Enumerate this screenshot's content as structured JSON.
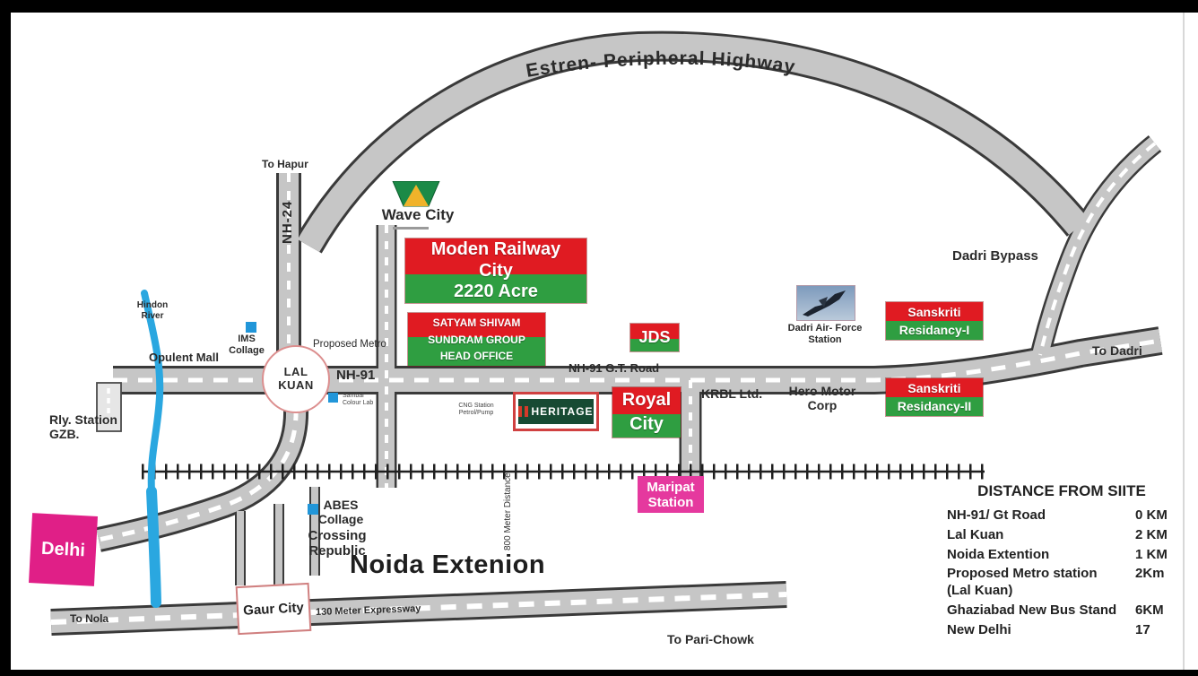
{
  "colors": {
    "road_fill": "#c6c6c6",
    "road_outline": "#3a3a3a",
    "sign_red": "#e01b22",
    "sign_green": "#2f9e41",
    "magenta": "#e02189",
    "river_blue": "#2aa7e0",
    "marker_blue": "#2196d9"
  },
  "highway": {
    "estren": "Estren- Peripheral Highway",
    "to_hapur": "To Hapur",
    "nh24": "NH-24",
    "nh91": "NH-91",
    "nh91_gt_road": "NH-91 G.T. Road",
    "dadri_bypass": "Dadri Bypass",
    "to_dadri": "To Dadri",
    "to_nola": "To Nola",
    "expressway_130": "130 Meter Expressway",
    "to_pari_chowk": "To Pari-Chowk"
  },
  "places": {
    "wave_city": "Wave City",
    "moden_line1": "Moden Railway",
    "moden_line2": "City",
    "moden_line3": "2220 Acre",
    "satyam_line1": "SATYAM SHIVAM",
    "satyam_line2": "SUNDRAM GROUP",
    "satyam_line3": "HEAD OFFICE",
    "jds": "JDS",
    "royal_line1": "Royal",
    "royal_line2": "City",
    "heritage": "HERITAGE",
    "krbl": "KRBL Ltd.",
    "hero_line1": "Hero Motor",
    "hero_line2": "Corp",
    "airforce_line1": "Dadri Air- Force",
    "airforce_line2": "Station",
    "sanskriti1_line1": "Sanskriti",
    "sanskriti1_line2": "Residancy-I",
    "sanskriti2_line1": "Sanskriti",
    "sanskriti2_line2": "Residancy-II",
    "lal_kuan_line1": "LAL",
    "lal_kuan_line2": "KUAN",
    "opulent_mall": "Opulent Mall",
    "ims_line1": "IMS",
    "ims_line2": "Collage",
    "proposed_metro": "Proposed Metro",
    "sambal_line1": "Sambal",
    "sambal_line2": "Colour Lab",
    "cng_line1": "CNG Station",
    "cng_line2": "Petrol/Pump",
    "hindon_line1": "Hindon",
    "hindon_line2": "River",
    "rly_line1": "Rly. Station",
    "rly_line2": "GZB.",
    "maripat_line1": "Maripat",
    "maripat_line2": "Station",
    "meter800": "800 Meter Distance",
    "abes_line1": "ABES",
    "abes_line2": "Collage",
    "crossing_line1": "Crossing",
    "crossing_line2": "Republic",
    "noida_extenion": "Noida Extenion",
    "delhi": "Delhi",
    "gaur_city": "Gaur City"
  },
  "distance_table": {
    "title": "DISTANCE FROM SIITE",
    "rows": [
      {
        "name": "NH-91/ Gt Road",
        "value": "0 KM"
      },
      {
        "name": "Lal Kuan",
        "value": "2 KM"
      },
      {
        "name": "Noida Extention",
        "value": "1 KM"
      },
      {
        "name": "Proposed Metro station (Lal Kuan)",
        "value": "2Km"
      },
      {
        "name": "Ghaziabad New Bus Stand",
        "value": "6KM"
      },
      {
        "name": "New Delhi",
        "value": "17"
      }
    ]
  }
}
